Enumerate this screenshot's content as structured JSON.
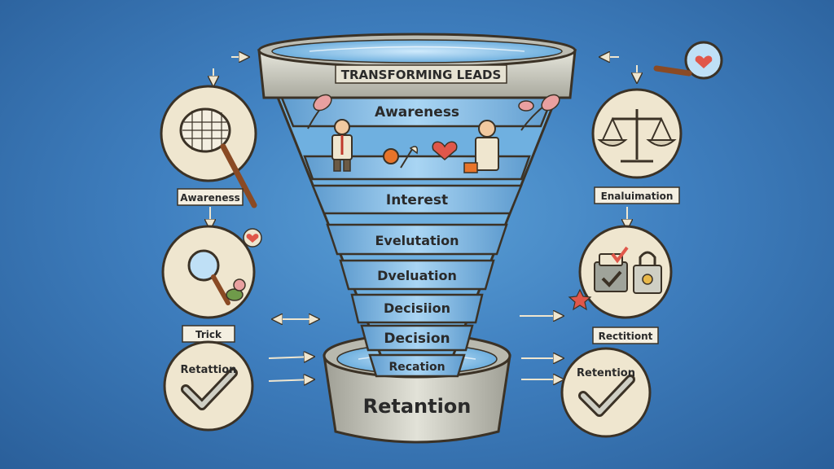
{
  "funnel": {
    "title": "TRANSFORMING LEADS",
    "stages": [
      "Awareness",
      "Interest",
      "Evelutation",
      "Dveluation",
      "Decisiion",
      "Decision",
      "Recation"
    ],
    "base": "Retantion"
  },
  "left_column": {
    "top_label": "Awareness",
    "middle_label": "Trick",
    "bottom_label": "Retattion"
  },
  "right_column": {
    "top_label": "Enaluimation",
    "middle_label": "Rectitiont",
    "bottom_label": "Retention"
  },
  "colors": {
    "background": "#3f7fbf",
    "funnel_blue": "#8fc3ea",
    "rim": "#cfcfc4",
    "cream": "#efe6cf",
    "accent_orange": "#e8742a",
    "heart": "#e0574a",
    "ink": "#3b3226"
  },
  "icons": [
    "net-icon",
    "magnifier-icon",
    "checkmark-icon",
    "scales-icon",
    "clipboard-icon",
    "lock-icon",
    "heart-icon"
  ]
}
